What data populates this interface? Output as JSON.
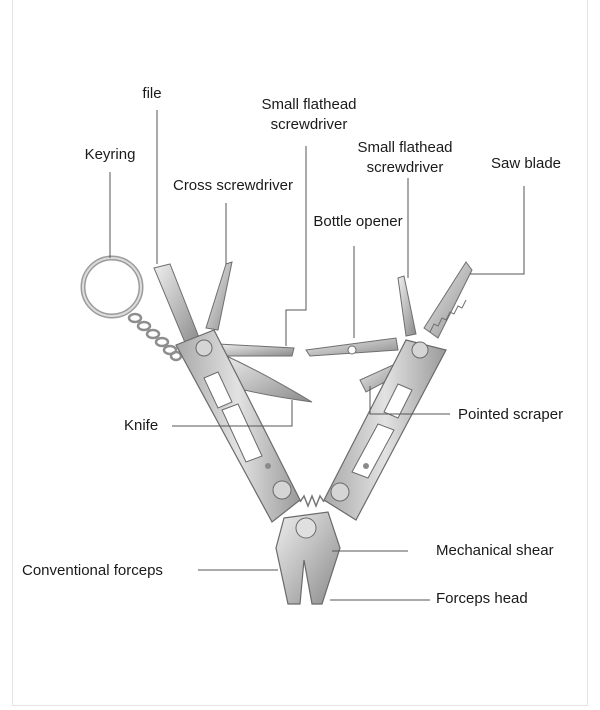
{
  "labels": {
    "file": "file",
    "small_flathead_1": [
      "Small flathead",
      "screwdriver"
    ],
    "small_flathead_2": [
      "Small flathead",
      "screwdriver"
    ],
    "keyring": "Keyring",
    "saw_blade": "Saw blade",
    "cross_screwdriver": "Cross screwdriver",
    "bottle_opener": "Bottle opener",
    "knife": "Knife",
    "pointed_scraper": "Pointed scraper",
    "mechanical_shear": "Mechanical shear",
    "conventional_forceps": "Conventional forceps",
    "forceps_head": "Forceps head"
  },
  "colors": {
    "text": "#1a1a1a",
    "leader_line": "#555555",
    "steel_light": "#d9d9d9",
    "steel_mid": "#b3b3b3",
    "steel_dark": "#7a7a7a"
  }
}
